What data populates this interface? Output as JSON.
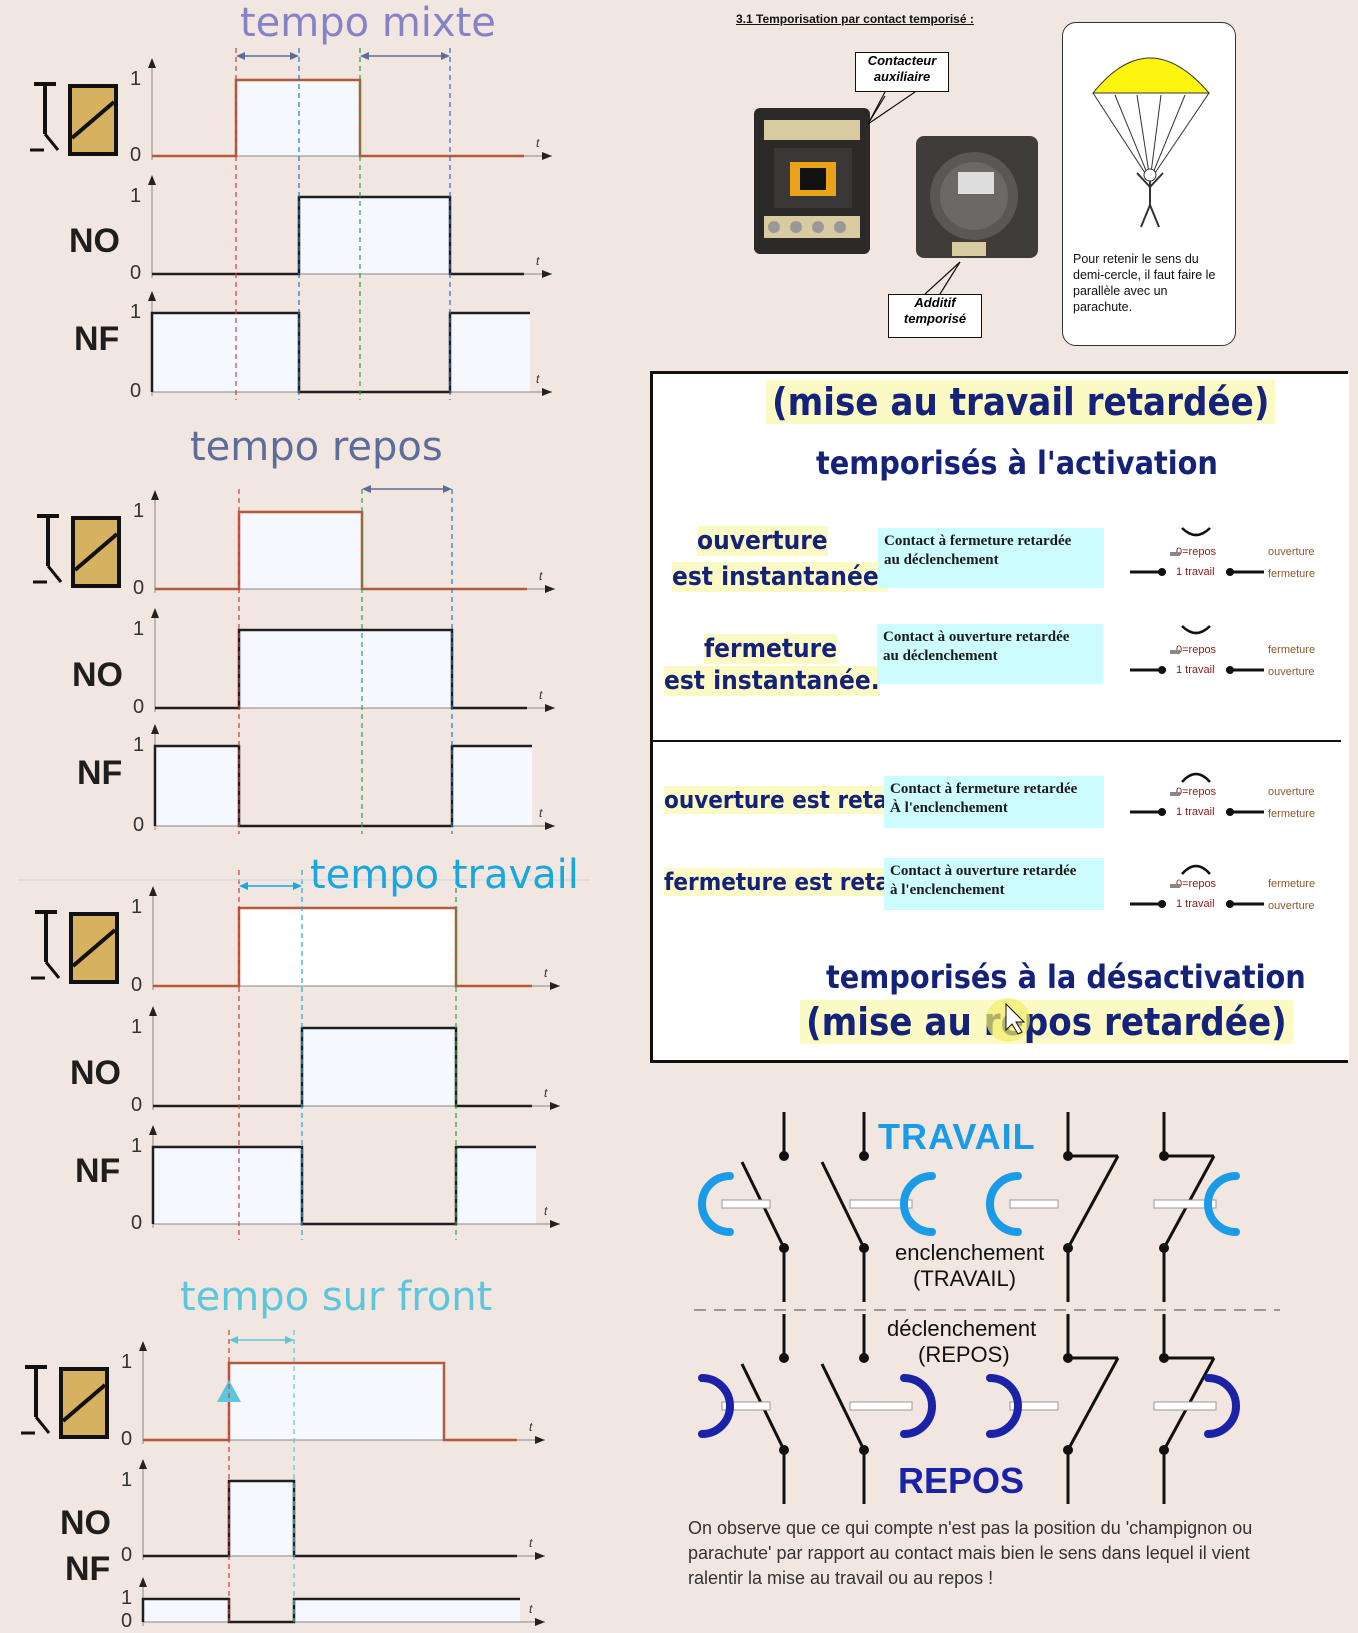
{
  "left": {
    "sections": [
      {
        "title": "tempo mixte",
        "title_color": "#8583c8"
      },
      {
        "title": "tempo repos",
        "title_color": "#5d6d9a"
      },
      {
        "title": "tempo travail",
        "title_color": "#1aa6df"
      },
      {
        "title": "tempo sur front",
        "title_color": "#5bc6dc"
      }
    ],
    "labels": {
      "no": "NO",
      "nf": "NF",
      "one": "1",
      "zero": "0",
      "t": "t"
    }
  },
  "top_right": {
    "heading": "3.1 Temporisation par contact temporisé :",
    "callout_contacteur": "Contacteur auxiliaire",
    "callout_additif": "Additif temporisé",
    "parachute_note": "Pour retenir le sens du demi-cercle, il faut faire le parallèle avec un parachute."
  },
  "panel": {
    "title_top": "(mise au travail retardée)",
    "subtitle_top": "temporisés à l'activation",
    "rows": [
      {
        "left_l1": "ouverture",
        "left_l2": "est instantanée.",
        "box_l1": "Contact à fermeture retardée",
        "box_l2": "au déclenchement",
        "state_a": "ouverture",
        "state_b": "fermeture"
      },
      {
        "left_l1": "fermeture",
        "left_l2": "est instantanée.",
        "box_l1": "Contact à ouverture retardée",
        "box_l2": "au déclenchement",
        "state_a": "fermeture",
        "state_b": "ouverture"
      },
      {
        "left_l1": "ouverture est retardée.",
        "left_l2": "",
        "box_l1": "Contact à fermeture retardée",
        "box_l2": "À l'enclenchement",
        "state_a": "ouverture",
        "state_b": "fermeture"
      },
      {
        "left_l1": "fermeture est retardée.",
        "left_l2": "",
        "box_l1": "Contact à ouverture retardée",
        "box_l2": "à l'enclenchement",
        "state_a": "fermeture",
        "state_b": "ouverture"
      }
    ],
    "repos": "0=repos",
    "travail": "1 travail",
    "subtitle_bottom": "temporisés à la désactivation",
    "title_bottom": "(mise au repos retardée)"
  },
  "bottom_right": {
    "travail": "TRAVAIL",
    "enclenchement": "enclenchement",
    "enclenchement_sub": "(TRAVAIL)",
    "declenchement": "déclenchement",
    "declenchement_sub": "(REPOS)",
    "repos": "REPOS",
    "note": "On observe que ce qui compte n'est pas la position du 'champignon ou parachute' par rapport au contact mais bien le sens dans lequel il vient ralentir la mise au travail ou au repos !"
  },
  "colors": {
    "coil_fill": "#d6b160",
    "coil_signal": "#b35a3a",
    "travail_blue": "#1a9be8",
    "repos_blue": "#1a22a8",
    "panel_text": "#14227a",
    "highlight": "#fbf9c4",
    "cyan_box": "#ccfcfd"
  }
}
